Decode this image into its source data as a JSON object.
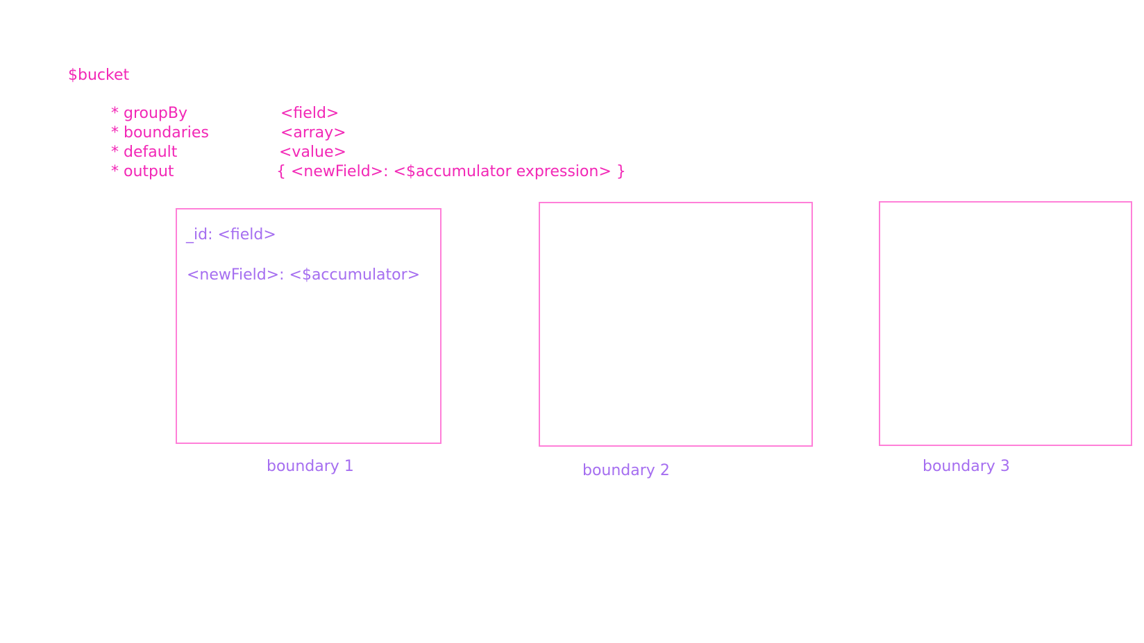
{
  "title": "$bucket",
  "params": [
    {
      "name": "* groupBy",
      "value": "<field>"
    },
    {
      "name": "* boundaries",
      "value": "<array>"
    },
    {
      "name": "* default",
      "value": "<value>"
    },
    {
      "name": "* output",
      "value": "{ <newField>: <$accumulator expression> }"
    }
  ],
  "buckets": [
    {
      "id_line": "_id: <field>",
      "field_line": "<newField>: <$accumulator>",
      "label": "boundary 1"
    },
    {
      "label": "boundary 2"
    },
    {
      "label": "boundary 3"
    }
  ],
  "colors": {
    "text_pink": "#f227b6",
    "text_purple": "#a56ef0",
    "box_border": "#ff7fd8",
    "background": "#ffffff"
  }
}
